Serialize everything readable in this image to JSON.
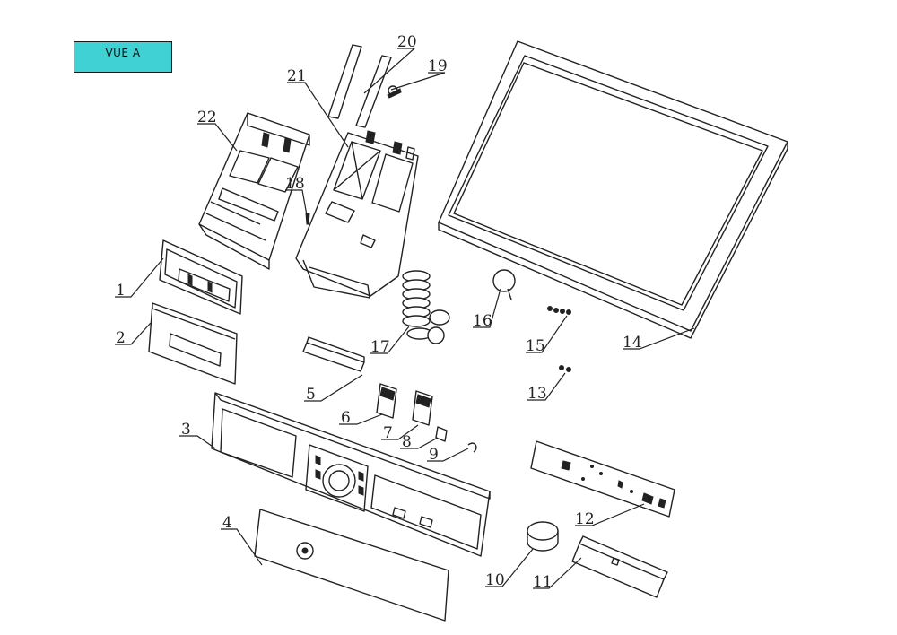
{
  "view_tag": {
    "label": "VUE A",
    "color": "#3fd1d3"
  },
  "callouts": [
    "1",
    "2",
    "3",
    "4",
    "5",
    "6",
    "7",
    "8",
    "9",
    "10",
    "11",
    "12",
    "13",
    "14",
    "15",
    "16",
    "17",
    "18",
    "19",
    "20",
    "21",
    "22"
  ]
}
